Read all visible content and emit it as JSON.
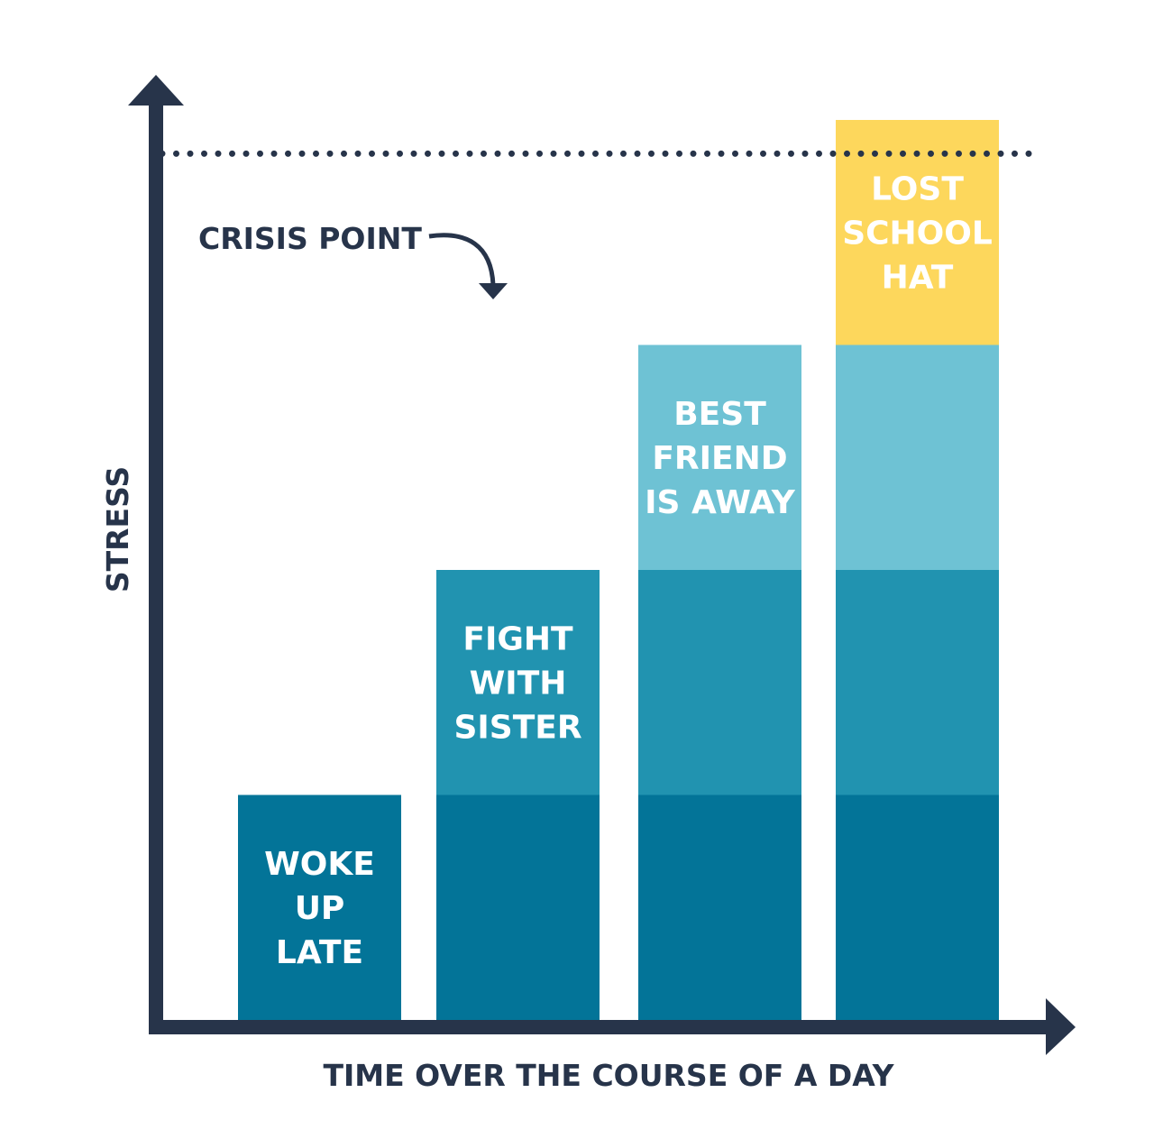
{
  "chart_data": {
    "type": "bar",
    "stacked": true,
    "xlabel": "TIME OVER THE COURSE OF A DAY",
    "ylabel": "STRESS",
    "threshold": {
      "label": "CRISIS POINT",
      "value": 3.85
    },
    "ylim": [
      0,
      4
    ],
    "grid": false,
    "layers": [
      {
        "label_lines": [
          "WOKE",
          "UP",
          "LATE"
        ],
        "value": 1,
        "color": "#037498"
      },
      {
        "label_lines": [
          "FIGHT",
          "WITH",
          "SISTER"
        ],
        "value": 1,
        "color": "#2193b0"
      },
      {
        "label_lines": [
          "BEST",
          "FRIEND",
          "IS AWAY"
        ],
        "value": 1,
        "color": "#6ec2d4"
      },
      {
        "label_lines": [
          "LOST",
          "SCHOOL",
          "HAT"
        ],
        "value": 1,
        "color": "#fdd75c"
      }
    ],
    "bars": [
      {
        "layers": 1
      },
      {
        "layers": 2
      },
      {
        "layers": 3
      },
      {
        "layers": 4
      }
    ]
  },
  "colors": {
    "axis": "#27344a",
    "label_text": "#ffffff"
  }
}
